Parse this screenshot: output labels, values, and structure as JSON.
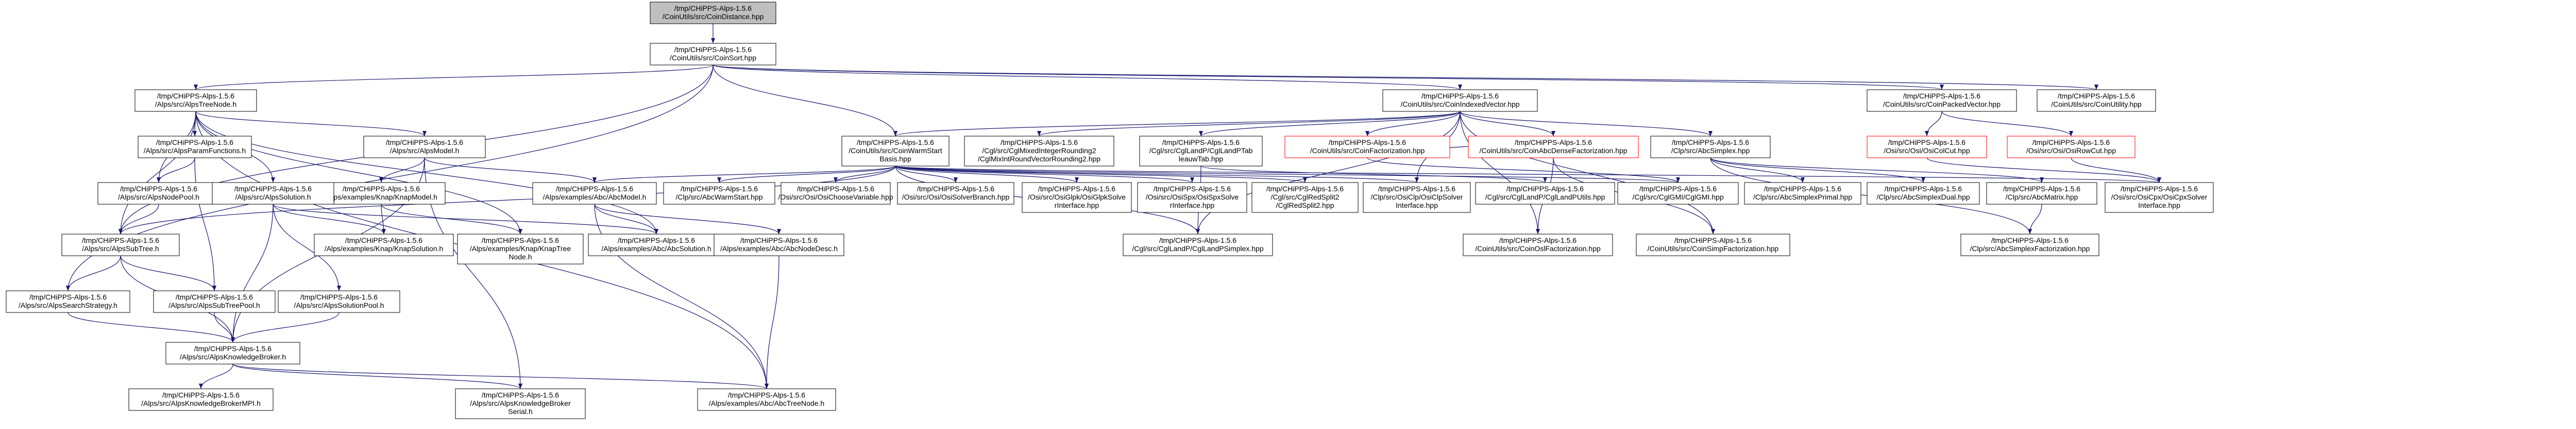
{
  "colors": {
    "node_fill": "#ffffff",
    "node_border": "#000000",
    "root_fill": "#bfbfbf",
    "red_border": "#ff0000",
    "edge": "#191970"
  },
  "nodes": [
    {
      "id": "root",
      "lines": [
        "/tmp/CHiPPS-Alps-1.5.6",
        "/CoinUtils/src/CoinDistance.hpp"
      ],
      "style": "root"
    },
    {
      "id": "coinsort",
      "lines": [
        "/tmp/CHiPPS-Alps-1.5.6",
        "/CoinUtils/src/CoinSort.hpp"
      ]
    },
    {
      "id": "alpstreenode",
      "lines": [
        "/tmp/CHiPPS-Alps-1.5.6",
        "/Alps/src/AlpsTreeNode.h"
      ]
    },
    {
      "id": "coinindexedvector",
      "lines": [
        "/tmp/CHiPPS-Alps-1.5.6",
        "/CoinUtils/src/CoinIndexedVector.hpp"
      ]
    },
    {
      "id": "coinpacked",
      "lines": [
        "/tmp/CHiPPS-Alps-1.5.6",
        "/CoinUtils/src/CoinPackedVector.hpp"
      ]
    },
    {
      "id": "coinutility",
      "lines": [
        "/tmp/CHiPPS-Alps-1.5.6",
        "/CoinUtils/src/CoinUtility.hpp"
      ]
    },
    {
      "id": "alpsparsol",
      "lines": [
        "/tmp/CHiPPS-Alps-1.5.6",
        "/Alps/src/AlpsParamFunctions.h"
      ]
    },
    {
      "id": "alpsmodel",
      "lines": [
        "/tmp/CHiPPS-Alps-1.5.6",
        "/Alps/src/AlpsModel.h"
      ]
    },
    {
      "id": "coinwarmstart",
      "lines": [
        "/tmp/CHiPPS-Alps-1.5.6",
        "/CoinUtils/src/CoinWarmStart",
        "Basis.hpp"
      ]
    },
    {
      "id": "cglmixed",
      "lines": [
        "/tmp/CHiPPS-Alps-1.5.6",
        "/Cgl/src/CglMixedIntegerRounding2",
        "/CglMixIntRoundVectorRounding2.hpp"
      ]
    },
    {
      "id": "cgltwomir",
      "lines": [
        "/tmp/CHiPPS-Alps-1.5.6",
        "/Cgl/src/CglLandP/CglLandPTab",
        "leauwTab.hpp"
      ]
    },
    {
      "id": "coinfactorization",
      "lines": [
        "/tmp/CHiPPS-Alps-1.5.6",
        "/CoinUtils/src/CoinFactorization.hpp"
      ],
      "style": "red"
    },
    {
      "id": "coinabcdense",
      "lines": [
        "/tmp/CHiPPS-Alps-1.5.6",
        "/CoinUtils/src/CoinAbcDenseFactorization.hpp"
      ],
      "style": "red"
    },
    {
      "id": "abcsimplex",
      "lines": [
        "/tmp/CHiPPS-Alps-1.5.6",
        "/Clp/src/AbcSimplex.hpp"
      ]
    },
    {
      "id": "osicolcut",
      "lines": [
        "/tmp/CHiPPS-Alps-1.5.6",
        "/Osi/src/Osi/OsiColCut.hpp"
      ],
      "style": "red"
    },
    {
      "id": "osirowcut",
      "lines": [
        "/tmp/CHiPPS-Alps-1.5.6",
        "/Osi/src/Osi/OsiRowCut.hpp"
      ],
      "style": "red"
    },
    {
      "id": "alpsnodepool",
      "lines": [
        "/tmp/CHiPPS-Alps-1.5.6",
        "/Alps/src/AlpsNodePool.h"
      ]
    },
    {
      "id": "knapmodel",
      "lines": [
        "/tmp/CHiPPS-Alps-1.5.6",
        "/Alps/examples/Knap/KnapModel.h"
      ]
    },
    {
      "id": "alpssolution",
      "lines": [
        "/tmp/CHiPPS-Alps-1.5.6",
        "/Alps/src/AlpsSolution.h"
      ]
    },
    {
      "id": "abcmodel",
      "lines": [
        "/tmp/CHiPPS-Alps-1.5.6",
        "/Alps/examples/Abc/AbcModel.h"
      ]
    },
    {
      "id": "clpwarm",
      "lines": [
        "/tmp/CHiPPS-Alps-1.5.6",
        "/Clp/src/AbcWarmStart.hpp"
      ]
    },
    {
      "id": "osichoose",
      "lines": [
        "/tmp/CHiPPS-Alps-1.5.6",
        "/Osi/src/Osi/OsiChooseVariable.hpp"
      ]
    },
    {
      "id": "osisolvebranch",
      "lines": [
        "/tmp/CHiPPS-Alps-1.5.6",
        "/Osi/src/Osi/OsiSolverBranch.hpp"
      ]
    },
    {
      "id": "osiglpk",
      "lines": [
        "/tmp/CHiPPS-Alps-1.5.6",
        "/Osi/src/OsiGlpk/OsiGlpkSolve",
        "rInterface.hpp"
      ]
    },
    {
      "id": "osispx",
      "lines": [
        "/tmp/CHiPPS-Alps-1.5.6",
        "/Osi/src/OsiSpx/OsiSpxSolve",
        "rInterface.hpp"
      ]
    },
    {
      "id": "cglredsplit",
      "lines": [
        "/tmp/CHiPPS-Alps-1.5.6",
        "/Cgl/src/CglRedSplit2",
        "/CglRedSplit2.hpp"
      ]
    },
    {
      "id": "osiclp",
      "lines": [
        "/tmp/CHiPPS-Alps-1.5.6",
        "/Clp/src/OsiClp/OsiClpSolver",
        "Interface.hpp"
      ]
    },
    {
      "id": "cgllandpvalidator",
      "lines": [
        "/tmp/CHiPPS-Alps-1.5.6",
        "/Cgl/src/CglLandP/CglLandPUtils.hpp"
      ]
    },
    {
      "id": "cgltwomirgmi",
      "lines": [
        "/tmp/CHiPPS-Alps-1.5.6",
        "/Cgl/src/CglGMI/CglGMI.hpp"
      ]
    },
    {
      "id": "abcsimplexprimal",
      "lines": [
        "/tmp/CHiPPS-Alps-1.5.6",
        "/Clp/src/AbcSimplexPrimal.hpp"
      ]
    },
    {
      "id": "abcsimplexdual",
      "lines": [
        "/tmp/CHiPPS-Alps-1.5.6",
        "/Clp/src/AbcSimplexDual.hpp"
      ]
    },
    {
      "id": "abcmatrix",
      "lines": [
        "/tmp/CHiPPS-Alps-1.5.6",
        "/Clp/src/AbcMatrix.hpp"
      ]
    },
    {
      "id": "osicpxsolver",
      "lines": [
        "/tmp/CHiPPS-Alps-1.5.6",
        "/Osi/src/OsiCpx/OsiCpxSolver",
        "Interface.hpp"
      ]
    },
    {
      "id": "alpssubtree",
      "lines": [
        "/tmp/CHiPPS-Alps-1.5.6",
        "/Alps/src/AlpsSubTree.h"
      ]
    },
    {
      "id": "knapsolution",
      "lines": [
        "/tmp/CHiPPS-Alps-1.5.6",
        "/Alps/examples/Knap/KnapSolution.h"
      ]
    },
    {
      "id": "knaptreenode",
      "lines": [
        "/tmp/CHiPPS-Alps-1.5.6",
        "/Alps/examples/Knap/KnapTree",
        "Node.h"
      ]
    },
    {
      "id": "abcsolution",
      "lines": [
        "/tmp/CHiPPS-Alps-1.5.6",
        "/Alps/examples/Abc/AbcSolution.h"
      ]
    },
    {
      "id": "abcnodedesc",
      "lines": [
        "/tmp/CHiPPS-Alps-1.5.6",
        "/Alps/examples/Abc/AbcNodeDesc.h"
      ]
    },
    {
      "id": "cgllandpsimplex",
      "lines": [
        "/tmp/CHiPPS-Alps-1.5.6",
        "/Cgl/src/CglLandP/CglLandPSimplex.hpp"
      ]
    },
    {
      "id": "coinostfactorization",
      "lines": [
        "/tmp/CHiPPS-Alps-1.5.6",
        "/CoinUtils/src/CoinOslFactorization.hpp"
      ]
    },
    {
      "id": "coinsimpfactorization",
      "lines": [
        "/tmp/CHiPPS-Alps-1.5.6",
        "/CoinUtils/src/CoinSimpFactorization.hpp"
      ]
    },
    {
      "id": "abcsimplexfactorization",
      "lines": [
        "/tmp/CHiPPS-Alps-1.5.6",
        "/Clp/src/AbcSimplexFactorization.hpp"
      ]
    },
    {
      "id": "alpssearchstrategy",
      "lines": [
        "/tmp/CHiPPS-Alps-1.5.6",
        "/Alps/src/AlpsSearchStrategy.h"
      ]
    },
    {
      "id": "alpssubtreepool",
      "lines": [
        "/tmp/CHiPPS-Alps-1.5.6",
        "/Alps/src/AlpsSubTreePool.h"
      ]
    },
    {
      "id": "alpssolutionpool",
      "lines": [
        "/tmp/CHiPPS-Alps-1.5.6",
        "/Alps/src/AlpsSolutionPool.h"
      ]
    },
    {
      "id": "alpsknowledgebroker",
      "lines": [
        "/tmp/CHiPPS-Alps-1.5.6",
        "/Alps/src/AlpsKnowledgeBroker.h"
      ]
    },
    {
      "id": "alpskbmpi",
      "lines": [
        "/tmp/CHiPPS-Alps-1.5.6",
        "/Alps/src/AlpsKnowledgeBrokerMPI.h"
      ]
    },
    {
      "id": "alpskbserial",
      "lines": [
        "/tmp/CHiPPS-Alps-1.5.6",
        "/Alps/src/AlpsKnowledgeBroker",
        "Serial.h"
      ]
    },
    {
      "id": "abctreenode",
      "lines": [
        "/tmp/CHiPPS-Alps-1.5.6",
        "/Alps/examples/Abc/AbcTreeNode.h"
      ]
    }
  ],
  "edges": [
    [
      "root",
      "coinsort"
    ],
    [
      "coinsort",
      "alpstreenode"
    ],
    [
      "coinsort",
      "coinindexedvector"
    ],
    [
      "coinsort",
      "coinpacked"
    ],
    [
      "coinsort",
      "coinutility"
    ],
    [
      "coinsort",
      "coinwarmstart"
    ],
    [
      "coinsort",
      "alpssubtree"
    ],
    [
      "coinsort",
      "alpssearchstrategy"
    ],
    [
      "coinindexedvector",
      "coinwarmstart"
    ],
    [
      "coinindexedvector",
      "cglmixed"
    ],
    [
      "coinindexedvector",
      "cgltwomir"
    ],
    [
      "coinindexedvector",
      "coinfactorization"
    ],
    [
      "coinindexedvector",
      "coinabcdense"
    ],
    [
      "coinindexedvector",
      "abcsimplex"
    ],
    [
      "coinindexedvector",
      "coinostfactorization"
    ],
    [
      "coinindexedvector",
      "coinsimpfactorization"
    ],
    [
      "coinindexedvector",
      "osiclp"
    ],
    [
      "coinindexedvector",
      "cgllandpsimplex"
    ],
    [
      "coinpacked",
      "osicolcut"
    ],
    [
      "coinpacked",
      "osirowcut"
    ],
    [
      "osicolcut",
      "osicpxsolver"
    ],
    [
      "osirowcut",
      "osicpxsolver"
    ],
    [
      "alpstreenode",
      "alpsparsol"
    ],
    [
      "alpstreenode",
      "alpsmodel"
    ],
    [
      "alpstreenode",
      "alpsnodepool"
    ],
    [
      "alpstreenode",
      "alpssolution"
    ],
    [
      "alpstreenode",
      "alpssubtree"
    ],
    [
      "alpstreenode",
      "knaptreenode"
    ],
    [
      "alpstreenode",
      "abctreenode"
    ],
    [
      "alpstreenode",
      "abcsolution"
    ],
    [
      "alpsparsol",
      "alpsnodepool"
    ],
    [
      "alpsparsol",
      "alpssubtreepool"
    ],
    [
      "alpsmodel",
      "knapmodel"
    ],
    [
      "alpsmodel",
      "abcmodel"
    ],
    [
      "alpsmodel",
      "alpsknowledgebroker"
    ],
    [
      "alpsmodel",
      "alpskbserial"
    ],
    [
      "coinwarmstart",
      "clpwarm"
    ],
    [
      "coinwarmstart",
      "osichoose"
    ],
    [
      "coinwarmstart",
      "osisolvebranch"
    ],
    [
      "coinwarmstart",
      "osiglpk"
    ],
    [
      "coinwarmstart",
      "osispx"
    ],
    [
      "coinwarmstart",
      "cglredsplit"
    ],
    [
      "coinwarmstart",
      "osiclp"
    ],
    [
      "coinwarmstart",
      "cgltwomirgmi"
    ],
    [
      "coinwarmstart",
      "abcmodel"
    ],
    [
      "coinwarmstart",
      "cgllandpsimplex"
    ],
    [
      "coinwarmstart",
      "osicpxsolver"
    ],
    [
      "coinwarmstart",
      "alpssubtree"
    ],
    [
      "cgltwomir",
      "cgllandpvalidator"
    ],
    [
      "cgltwomir",
      "cgllandpsimplex"
    ],
    [
      "coinfactorization",
      "cgltwomirgmi"
    ],
    [
      "coinfactorization",
      "coinabcdense"
    ],
    [
      "coinabcdense",
      "coinostfactorization"
    ],
    [
      "coinabcdense",
      "coinsimpfactorization"
    ],
    [
      "abcsimplex",
      "abcsimplexprimal"
    ],
    [
      "abcsimplex",
      "abcsimplexdual"
    ],
    [
      "abcsimplex",
      "abcmatrix"
    ],
    [
      "abcsimplex",
      "abcsimplexfactorization"
    ],
    [
      "abcmatrix",
      "abcsimplexfactorization"
    ],
    [
      "alpsnodepool",
      "alpssubtree"
    ],
    [
      "knapmodel",
      "knapsolution"
    ],
    [
      "knapmodel",
      "knaptreenode"
    ],
    [
      "alpssolution",
      "knapsolution"
    ],
    [
      "alpssolution",
      "abcsolution"
    ],
    [
      "alpssolution",
      "alpssolutionpool"
    ],
    [
      "alpssolution",
      "alpsknowledgebroker"
    ],
    [
      "abcmodel",
      "abcsolution"
    ],
    [
      "abcmodel",
      "abcnodedesc"
    ],
    [
      "abcmodel",
      "abctreenode"
    ],
    [
      "abcnodedesc",
      "abctreenode"
    ],
    [
      "alpssubtree",
      "alpssearchstrategy"
    ],
    [
      "alpssubtree",
      "alpssubtreepool"
    ],
    [
      "alpssubtree",
      "alpsknowledgebroker"
    ],
    [
      "alpssearchstrategy",
      "alpsknowledgebroker"
    ],
    [
      "alpssubtreepool",
      "alpsknowledgebroker"
    ],
    [
      "alpssolutionpool",
      "alpsknowledgebroker"
    ],
    [
      "alpsknowledgebroker",
      "alpskbmpi"
    ],
    [
      "alpsknowledgebroker",
      "alpskbserial"
    ],
    [
      "alpsknowledgebroker",
      "abctreenode"
    ]
  ]
}
